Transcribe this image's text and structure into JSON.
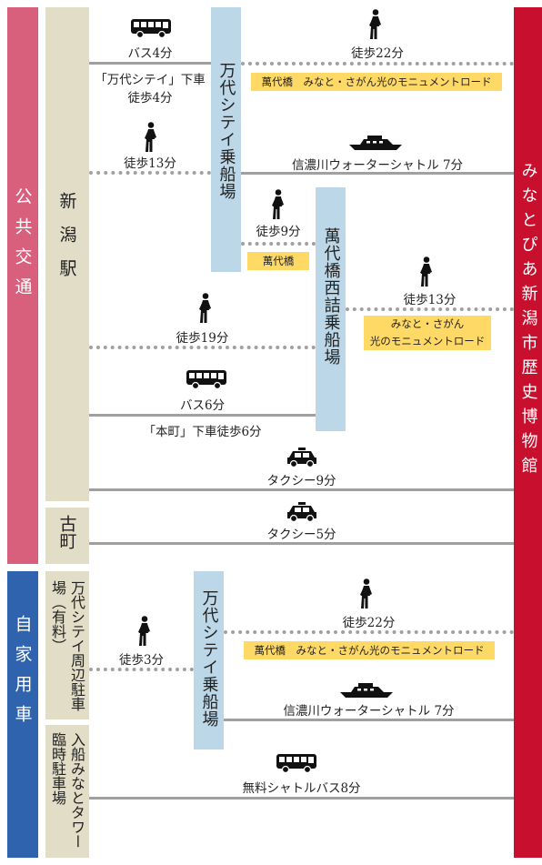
{
  "sidebars": {
    "public": "公共交通",
    "car": "自家用車",
    "destination": "みなとぴあ新潟市歴史博物館"
  },
  "origins": {
    "niigata_station": "新潟駅",
    "furumachi": "古町",
    "bandai_parking": "万代シテイ周辺駐車場（有料）",
    "irifune_parking": "入船みなとタワー臨時駐車場"
  },
  "piers": {
    "bandai_city": "万代シテイ乗船場",
    "bandaibashi_west": "萬代橋西詰乗船場",
    "bandai_city_car": "万代シテイ乗船場"
  },
  "routes": {
    "bus_4": "バス4分",
    "bus_4_note_1": "「万代シテイ」下車",
    "bus_4_note_2": "徒歩4分",
    "walk_22_top": "徒歩22分",
    "walk_22_top_via": "萬代橋　みなと・さがん光のモニュメントロード",
    "walk_13_station": "徒歩13分",
    "shuttle_7_top": "信濃川ウォーターシャトル 7分",
    "walk_9": "徒歩9分",
    "walk_9_via": "萬代橋",
    "walk_13_pier": "徒歩13分",
    "walk_13_pier_via_1": "みなと・さがん",
    "walk_13_pier_via_2": "光のモニュメントロード",
    "walk_19": "徒歩19分",
    "bus_6": "バス6分",
    "bus_6_note": "「本町」下車徒歩6分",
    "taxi_9": "タクシー9分",
    "taxi_5": "タクシー5分",
    "walk_3": "徒歩3分",
    "walk_22_car": "徒歩22分",
    "walk_22_car_via": "萬代橋　みなと・さがん光のモニュメントロード",
    "shuttle_7_car": "信濃川ウォーターシャトル 7分",
    "free_shuttle_bus": "無料シャトルバス8分"
  },
  "colors": {
    "public": "#d9607c",
    "car": "#2f63ad",
    "destination": "#c8102e",
    "origin_box": "#e2ddc6",
    "pier_box": "#bcd8e8",
    "highlight": "#ffd966",
    "line": "#a0a0a0"
  }
}
